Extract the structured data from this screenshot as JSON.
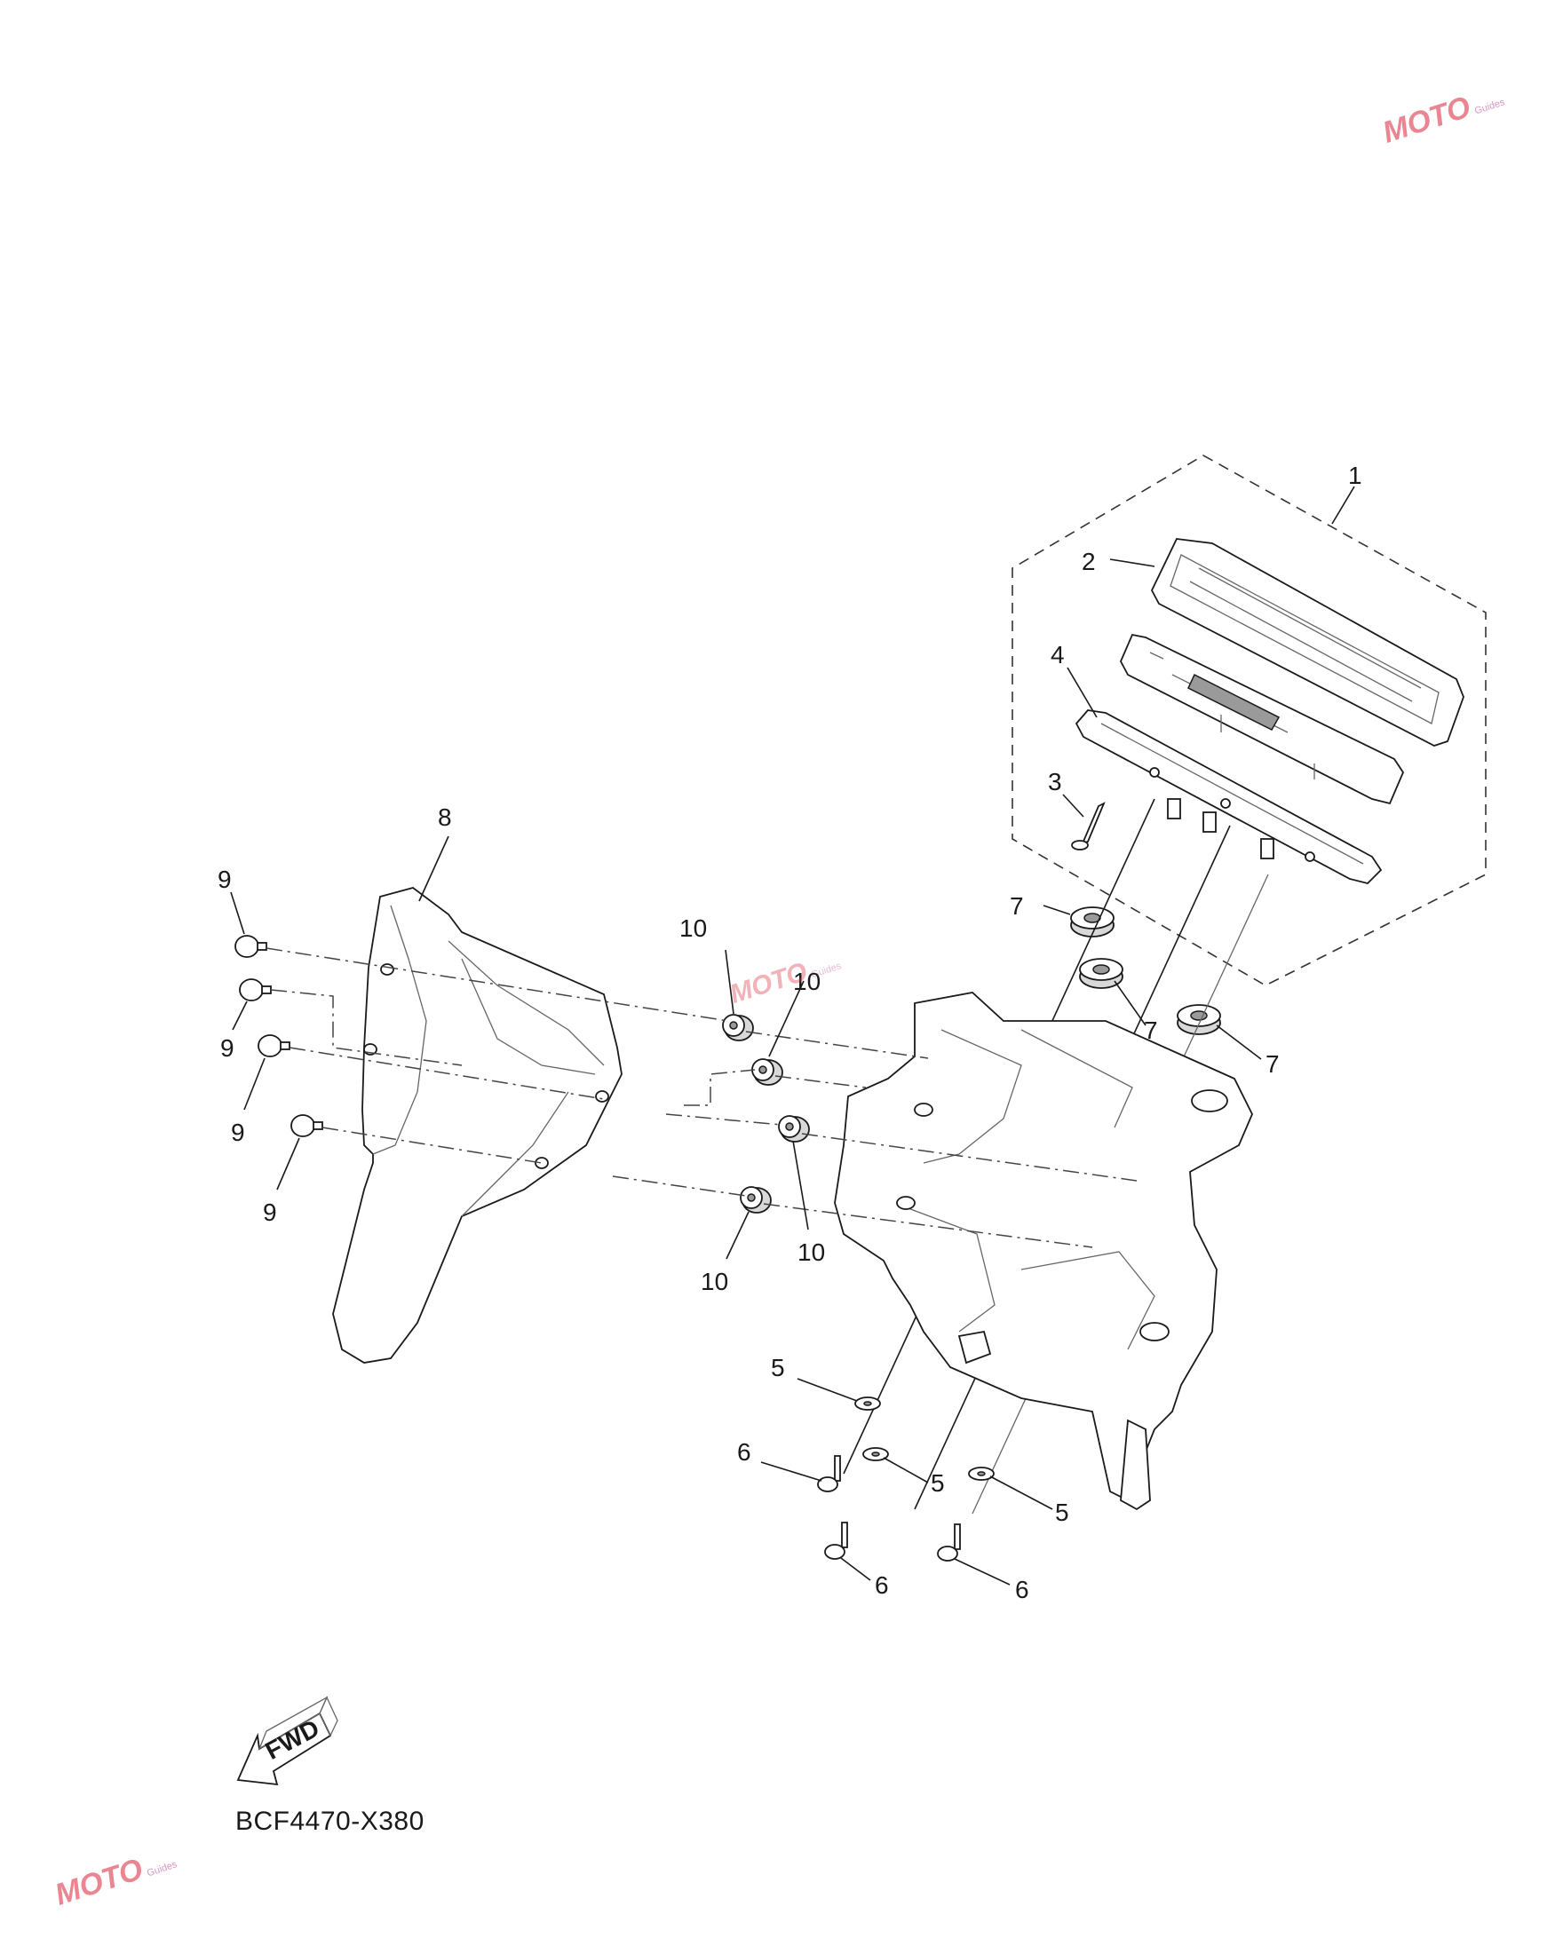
{
  "diagram": {
    "code": "BCF4470-X380",
    "fwd_label": "FWD",
    "callouts": [
      {
        "id": "c1",
        "label": "1"
      },
      {
        "id": "c2",
        "label": "2"
      },
      {
        "id": "c3",
        "label": "3"
      },
      {
        "id": "c4",
        "label": "4"
      },
      {
        "id": "c5a",
        "label": "5"
      },
      {
        "id": "c5b",
        "label": "5"
      },
      {
        "id": "c5c",
        "label": "5"
      },
      {
        "id": "c6a",
        "label": "6"
      },
      {
        "id": "c6b",
        "label": "6"
      },
      {
        "id": "c6c",
        "label": "6"
      },
      {
        "id": "c7a",
        "label": "7"
      },
      {
        "id": "c7b",
        "label": "7"
      },
      {
        "id": "c7c",
        "label": "7"
      },
      {
        "id": "c8",
        "label": "8"
      },
      {
        "id": "c9a",
        "label": "9"
      },
      {
        "id": "c9b",
        "label": "9"
      },
      {
        "id": "c9c",
        "label": "9"
      },
      {
        "id": "c9d",
        "label": "9"
      },
      {
        "id": "c10a",
        "label": "10"
      },
      {
        "id": "c10b",
        "label": "10"
      },
      {
        "id": "c10c",
        "label": "10"
      },
      {
        "id": "c10d",
        "label": "10"
      }
    ]
  },
  "watermark": {
    "brand": "MOTO",
    "sub": "Guides",
    "color": "#d9253a"
  }
}
